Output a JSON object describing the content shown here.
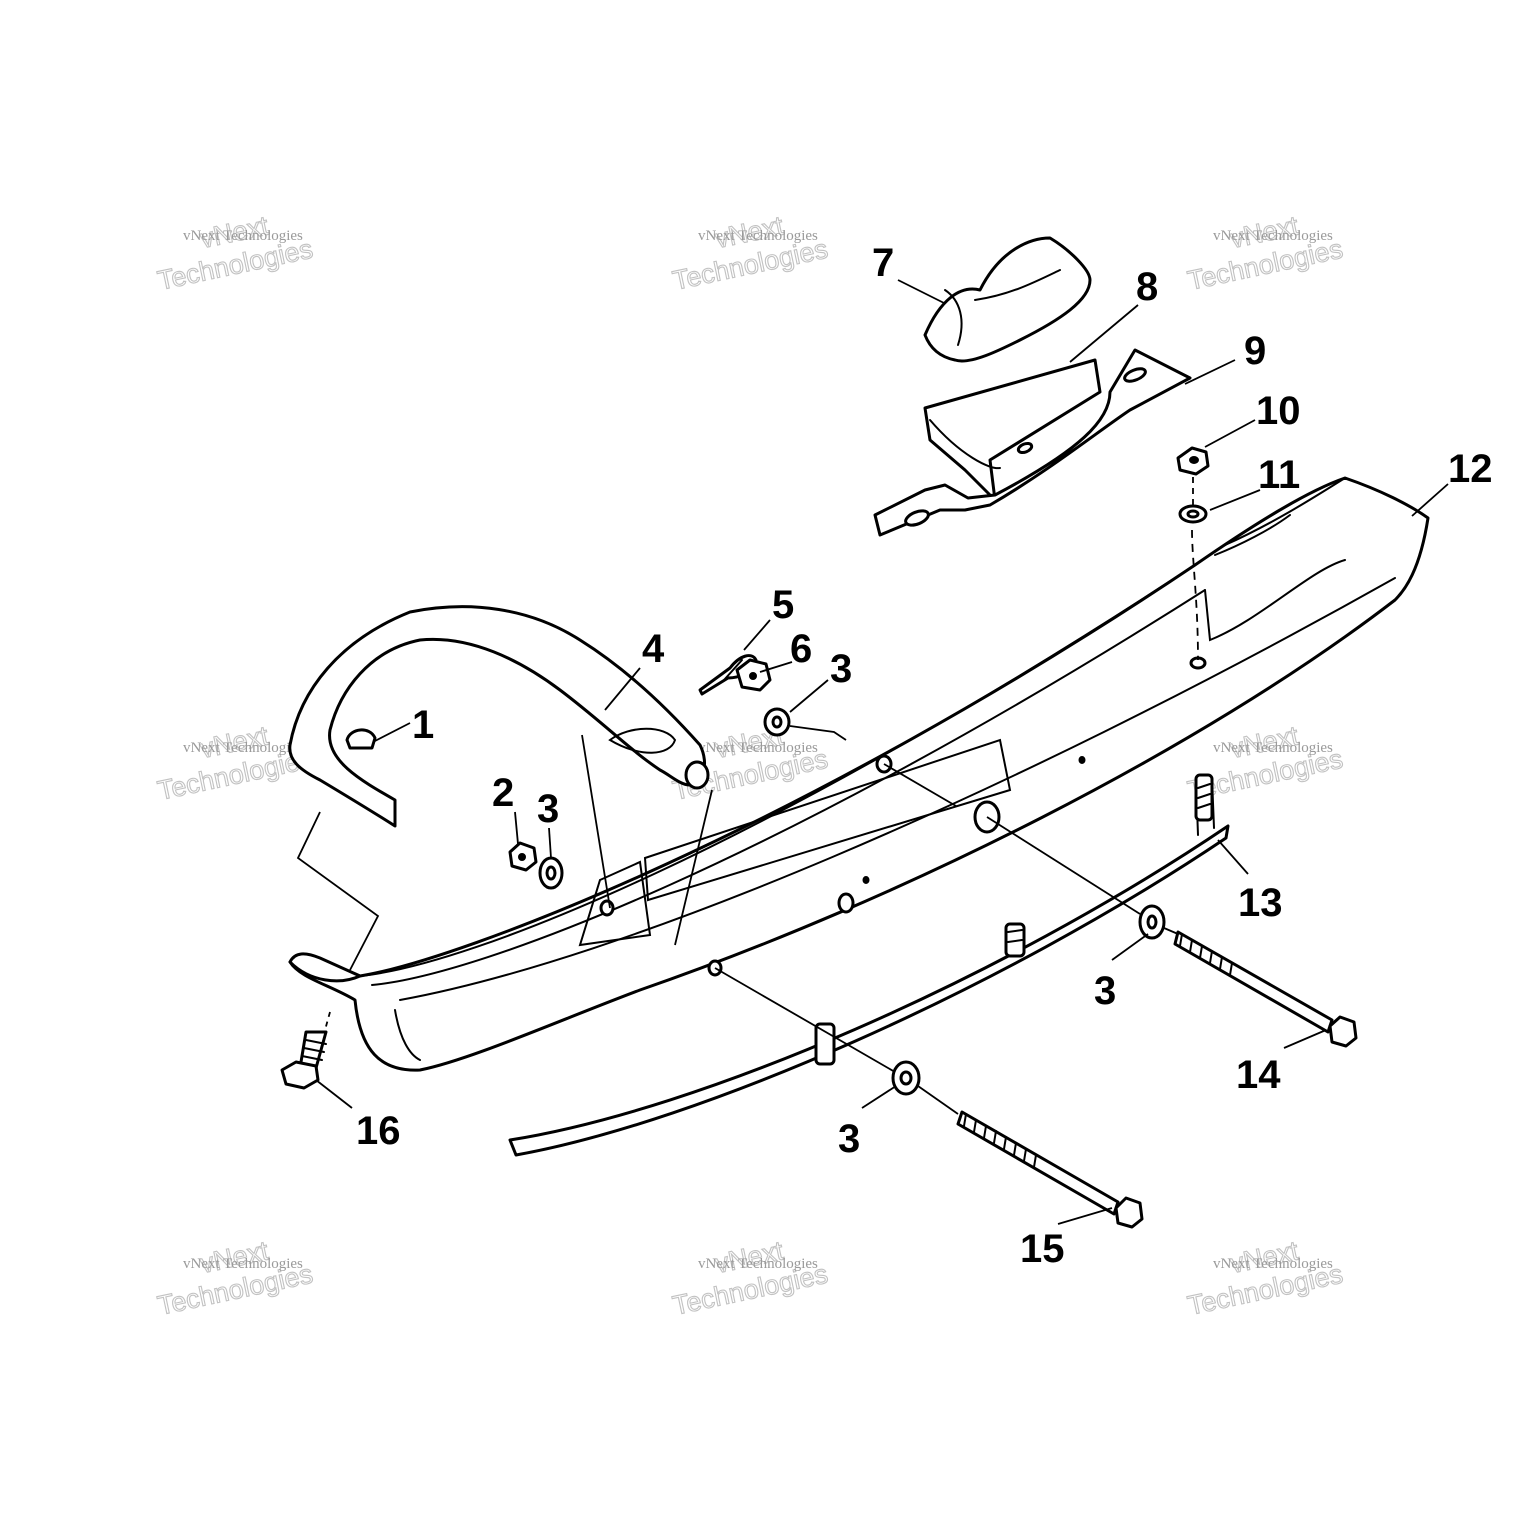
{
  "diagram": {
    "callouts": [
      {
        "label": "1"
      },
      {
        "label": "2"
      },
      {
        "label": "3"
      },
      {
        "label": "4"
      },
      {
        "label": "5"
      },
      {
        "label": "6"
      },
      {
        "label": "3"
      },
      {
        "label": "7"
      },
      {
        "label": "8"
      },
      {
        "label": "9"
      },
      {
        "label": "10"
      },
      {
        "label": "11"
      },
      {
        "label": "12"
      },
      {
        "label": "13"
      },
      {
        "label": "3"
      },
      {
        "label": "14"
      },
      {
        "label": "3"
      },
      {
        "label": "15"
      },
      {
        "label": "16"
      }
    ],
    "watermark": {
      "line_small": "vNext Technologies",
      "line_brand": "vNext",
      "line_big": "Technologies"
    }
  }
}
